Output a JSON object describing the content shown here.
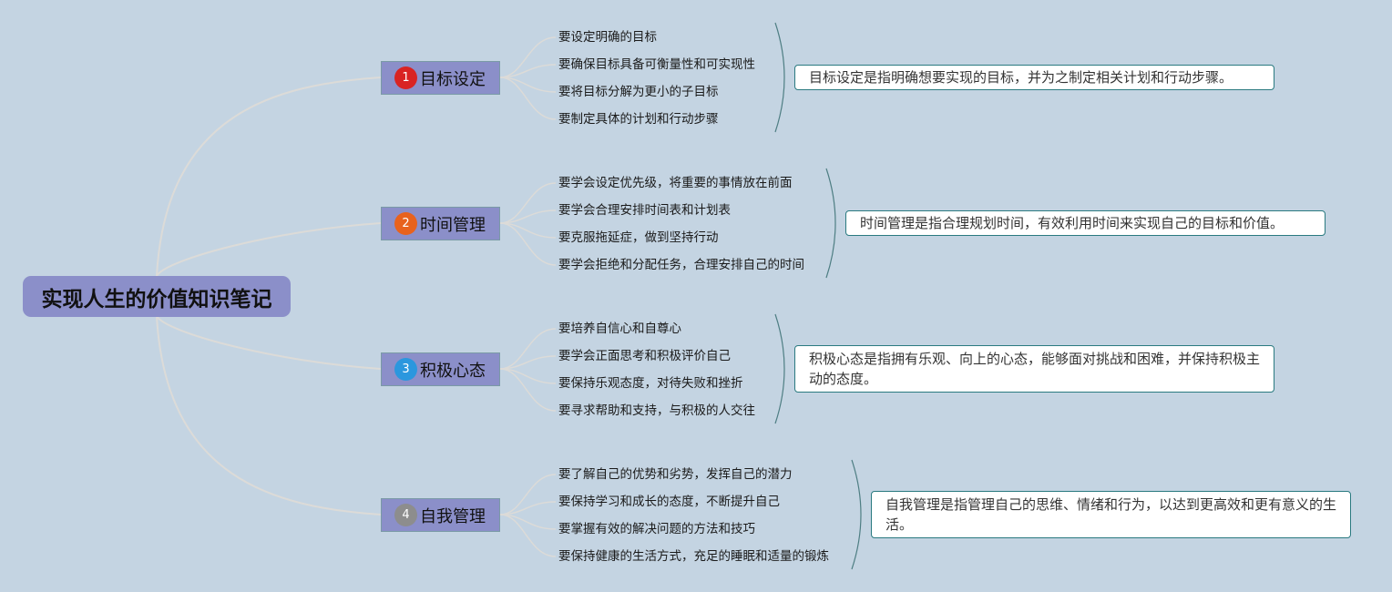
{
  "root": {
    "title": "实现人生的价值知识笔记"
  },
  "colors": {
    "background": "#c4d4e2",
    "node": "#8b8fc9",
    "connector": "#dcdbd8",
    "bracket": "#4e7e83",
    "summary_border": "#2a7a80"
  },
  "branches": [
    {
      "number": "1",
      "label": "目标设定",
      "badge_color": "#d92323",
      "items": [
        "要设定明确的目标",
        "要确保目标具备可衡量性和可实现性",
        "要将目标分解为更小的子目标",
        "要制定具体的计划和行动步骤"
      ],
      "summary": "目标设定是指明确想要实现的目标，并为之制定相关计划和行动步骤。"
    },
    {
      "number": "2",
      "label": "时间管理",
      "badge_color": "#e8621e",
      "items": [
        "要学会设定优先级，将重要的事情放在前面",
        "要学会合理安排时间表和计划表",
        "要克服拖延症，做到坚持行动",
        "要学会拒绝和分配任务，合理安排自己的时间"
      ],
      "summary": "时间管理是指合理规划时间，有效利用时间来实现自己的目标和价值。"
    },
    {
      "number": "3",
      "label": "积极心态",
      "badge_color": "#2b97de",
      "items": [
        "要培养自信心和自尊心",
        "要学会正面思考和积极评价自己",
        "要保持乐观态度，对待失败和挫折",
        "要寻求帮助和支持，与积极的人交往"
      ],
      "summary": "积极心态是指拥有乐观、向上的心态，能够面对挑战和困难，并保持积极主动的态度。"
    },
    {
      "number": "4",
      "label": "自我管理",
      "badge_color": "#8d8d8d",
      "items": [
        "要了解自己的优势和劣势，发挥自己的潜力",
        "要保持学习和成长的态度，不断提升自己",
        "要掌握有效的解决问题的方法和技巧",
        "要保持健康的生活方式，充足的睡眠和适量的锻炼"
      ],
      "summary": "自我管理是指管理自己的思维、情绪和行为，以达到更高效和更有意义的生活。"
    }
  ]
}
